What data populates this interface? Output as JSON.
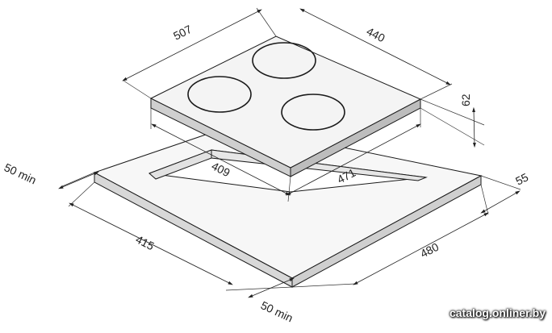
{
  "dimensions": {
    "top_length": "507",
    "top_width": "440",
    "thickness": "62",
    "cutout_depth": "409",
    "cutout_width": "471",
    "edge_margin": "55",
    "side_clearance": "50 min",
    "front_clearance": "50 min",
    "worktop_depth": "415",
    "worktop_width": "480"
  },
  "watermark": "catalog.onliner.by",
  "colors": {
    "hob_top": "#f4f4f4",
    "hob_side": "#c8c8c8",
    "worktop_top": "#f7f7f7",
    "worktop_side": "#d6d6d6",
    "cutout_inner": "#dddddd",
    "line": "#222222"
  }
}
